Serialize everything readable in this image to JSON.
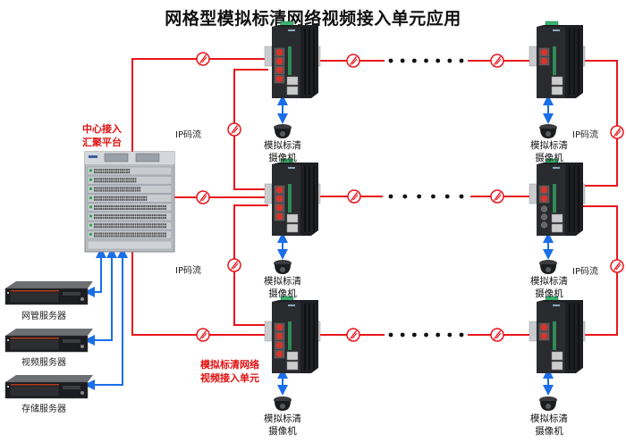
{
  "title": "网格型模拟标清网络视频接入单元应用",
  "colors": {
    "fiber_line": "#e8141c",
    "network_line": "#1a6ee8",
    "label_red": "#e01010",
    "device_body": "#1e1f22",
    "fiber_port": "#d9342b"
  },
  "center": {
    "label_line1": "中心接入",
    "label_line2": "汇聚平台",
    "device": "chassis-switch"
  },
  "servers": [
    {
      "label": "网管服务器"
    },
    {
      "label": "视频服务器"
    },
    {
      "label": "存储服务器"
    }
  ],
  "ip_stream_labels": [
    "IP码流",
    "IP码流",
    "IP码流",
    "IP码流"
  ],
  "unit_label_line1": "模拟标清网络",
  "unit_label_line2": "视频接入单元",
  "camera": {
    "line1": "模拟标清",
    "line2": "摄像机"
  },
  "rows": [
    {
      "left_unit_ports": 4,
      "right_unit_ports": 2,
      "ellipsis_dots": 7
    },
    {
      "left_unit_ports": 4,
      "right_unit_ports": 2,
      "ellipsis_dots": 6
    },
    {
      "left_unit_ports": 4,
      "right_unit_ports": 2,
      "ellipsis_dots": 7
    }
  ],
  "icons": {
    "fiber_link": "fiber-link-icon",
    "ellipsis": "ellipsis-dot"
  }
}
